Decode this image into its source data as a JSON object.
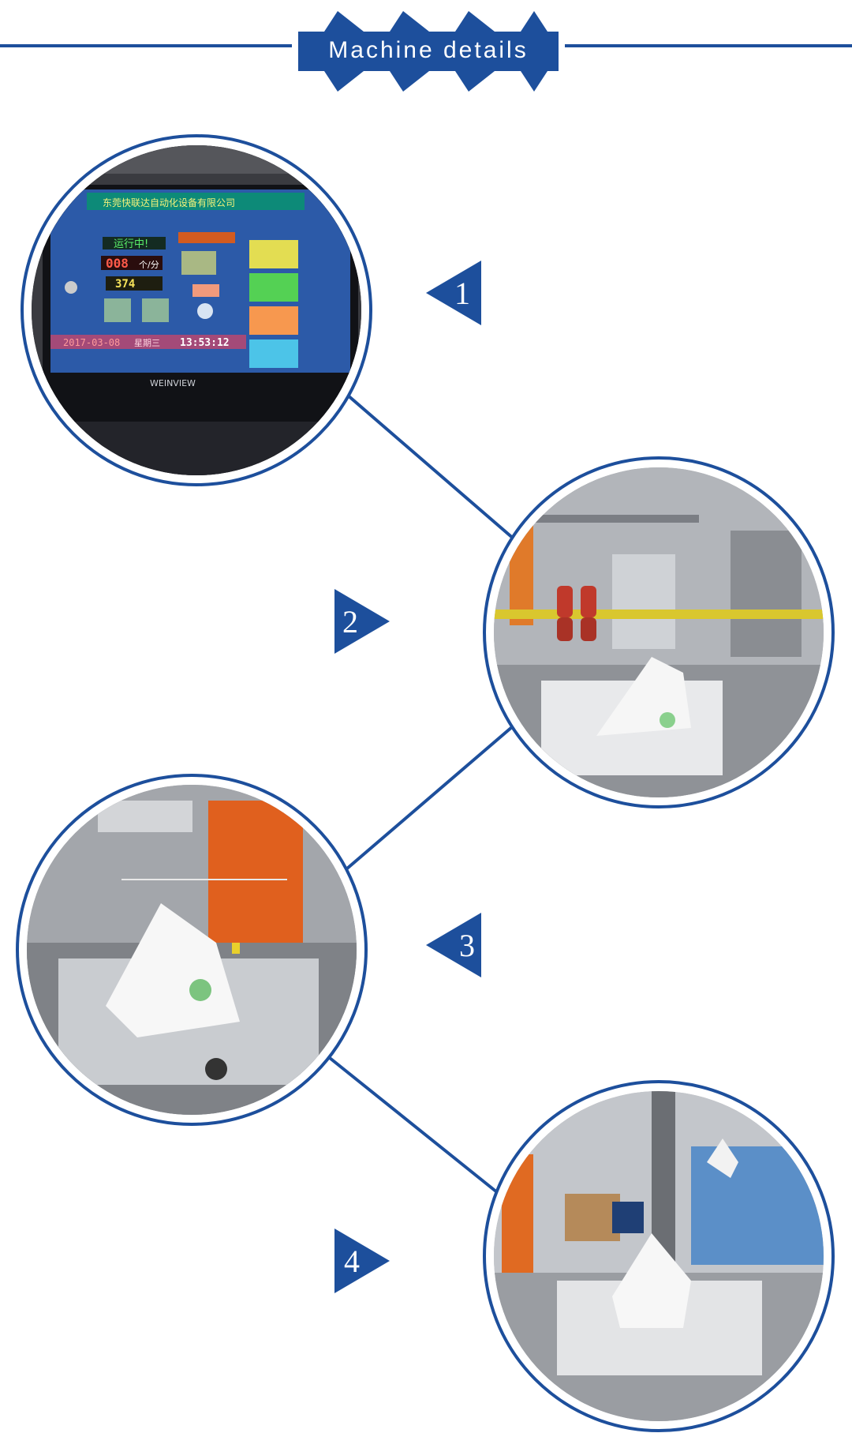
{
  "header": {
    "title": "Machine details"
  },
  "colors": {
    "brand_blue": "#1d4f9c",
    "background": "#ffffff"
  },
  "steps": [
    {
      "number": "1",
      "icon": "left-triangle-marker-icon"
    },
    {
      "number": "2",
      "icon": "right-triangle-marker-icon"
    },
    {
      "number": "3",
      "icon": "left-triangle-marker-icon"
    },
    {
      "number": "4",
      "icon": "right-triangle-marker-icon"
    }
  ],
  "photos": [
    {
      "subject": "touch screen control panel",
      "screen": {
        "company": "东莞快联达自动化设备有限公司",
        "status": "运行中!",
        "speed": "008",
        "speed_unit": "个/分",
        "count": "374",
        "date": "2017-03-08",
        "weekday": "星期三",
        "time": "13:53:12",
        "brand": "WEINVIEW"
      }
    },
    {
      "subject": "ear-loop welding station"
    },
    {
      "subject": "mask forming station"
    },
    {
      "subject": "finished mask output conveyor"
    }
  ]
}
